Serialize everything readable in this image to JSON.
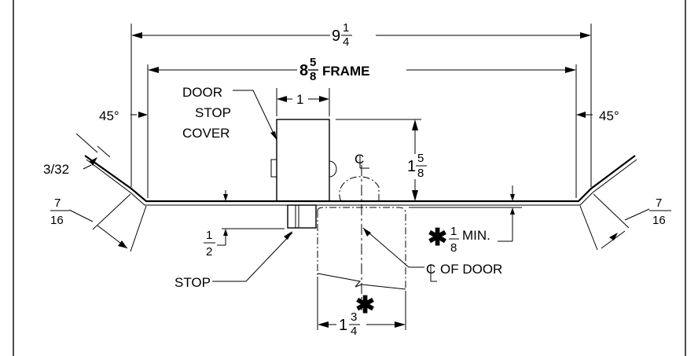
{
  "dimensions": {
    "overall": {
      "whole": "9",
      "num": "1",
      "den": "4"
    },
    "frame": {
      "whole": "8",
      "num": "5",
      "den": "8",
      "label": "FRAME"
    },
    "stop_cover_width": "1",
    "stop_cover_height": {
      "whole": "1",
      "num": "5",
      "den": "8"
    },
    "return_left": {
      "num": "7",
      "den": "16"
    },
    "return_right": {
      "num": "7",
      "den": "16"
    },
    "stop_depth": {
      "num": "1",
      "den": "2"
    },
    "clearance": {
      "star": "✱",
      "num": "1",
      "den": "8",
      "label": "MIN."
    },
    "door_thickness": {
      "whole": "1",
      "num": "3",
      "den": "4",
      "star": "✱"
    },
    "bevel_thickness": "3/32",
    "angle_left": "45°",
    "angle_right": "45°"
  },
  "labels": {
    "door_stop_cover": [
      "DOOR",
      "STOP",
      "COVER"
    ],
    "stop": "STOP",
    "centerline_symbol": "C",
    "centerline_of_door": "OF DOOR"
  }
}
